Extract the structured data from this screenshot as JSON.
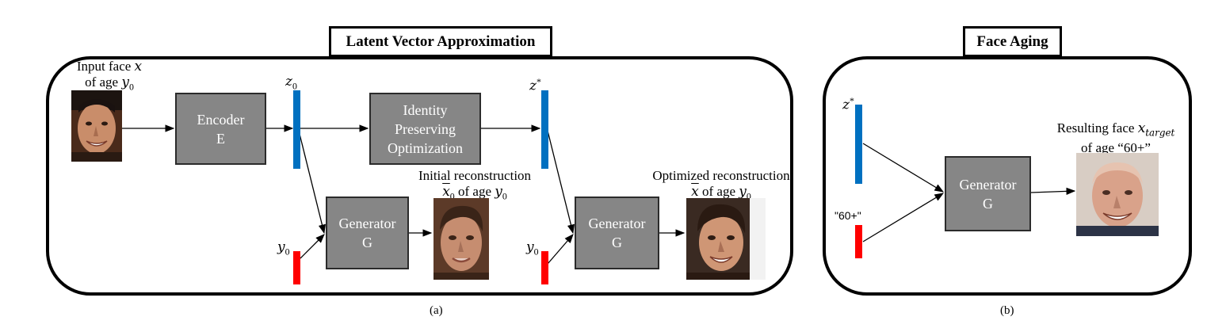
{
  "panel_a": {
    "title": "Latent Vector Approximation",
    "caption": "(a)",
    "input_face": {
      "line1_text": "Input face",
      "line1_var": "x",
      "line2_text": "of age",
      "line2_var": "y",
      "line2_sub": "0"
    },
    "encoder": {
      "line1": "Encoder",
      "line2": "E"
    },
    "z0": {
      "var": "z",
      "sub": "0"
    },
    "optimization": {
      "line1": "Identity",
      "line2": "Preserving",
      "line3": "Optimization"
    },
    "zstar": {
      "var": "z",
      "sup": "*"
    },
    "y0_left": {
      "var": "y",
      "sub": "0"
    },
    "y0_right": {
      "var": "y",
      "sub": "0"
    },
    "generator1": {
      "line1": "Generator",
      "line2": "G"
    },
    "generator2": {
      "line1": "Generator",
      "line2": "G"
    },
    "initial_recon": {
      "line1": "Initial reconstruction",
      "var": "x",
      "sub": "0",
      "line2_text": "of age",
      "line2_var": "y",
      "line2_sub": "0"
    },
    "optimized_recon": {
      "line1": "Optimized reconstruction",
      "var": "x",
      "line2_text": "of age",
      "line2_var": "y",
      "line2_sub": "0"
    }
  },
  "panel_b": {
    "title": "Face Aging",
    "caption": "(b)",
    "zstar": {
      "var": "z",
      "sup": "*"
    },
    "age_input": "\"60+\"",
    "generator": {
      "line1": "Generator",
      "line2": "G"
    },
    "result": {
      "line1_text": "Resulting face",
      "var": "x",
      "sub": "target",
      "line2": "of age “60+”"
    }
  },
  "colors": {
    "latent_vector": "#0070c0",
    "age_vector": "#ff0000",
    "block_fill": "#868686",
    "block_text": "#ffffff"
  }
}
